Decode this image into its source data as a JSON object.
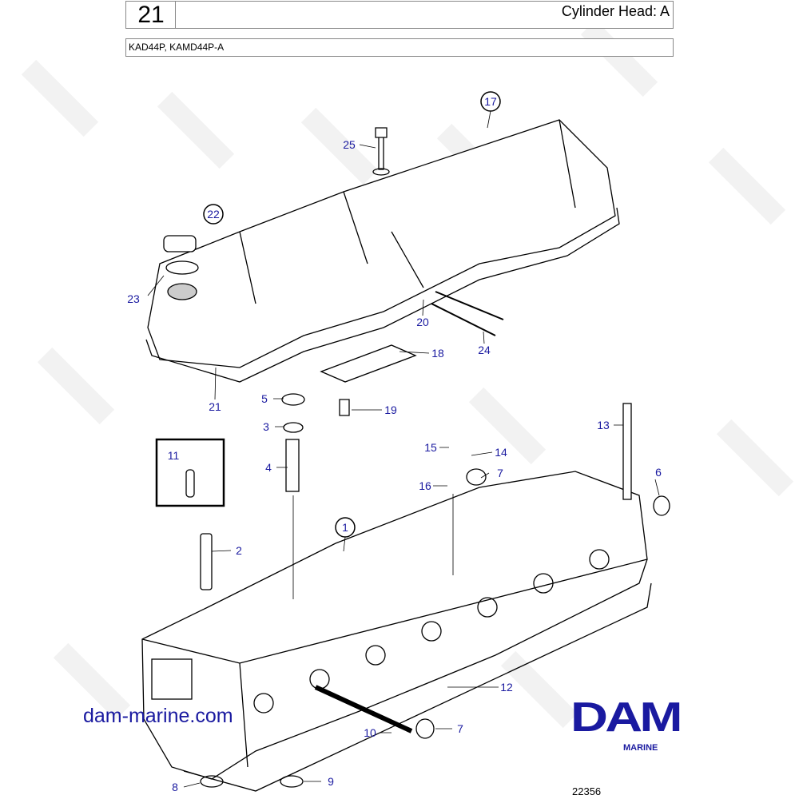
{
  "header": {
    "group_number": "21",
    "title": "Cylinder Head: A",
    "models": "KAD44P, KAMD44P-A"
  },
  "watermark": "DAM",
  "callouts": [
    "17",
    "25",
    "22",
    "23",
    "20",
    "24",
    "18",
    "21",
    "5",
    "19",
    "3",
    "4",
    "11",
    "13",
    "15",
    "14",
    "7",
    "16",
    "6",
    "1",
    "2",
    "12",
    "7",
    "10",
    "8",
    "9"
  ],
  "website": "dam-marine.com",
  "logo": {
    "text": "DAM",
    "subtext": "MARINE",
    "color": "#1a1aa0"
  },
  "figure_number": "22356"
}
